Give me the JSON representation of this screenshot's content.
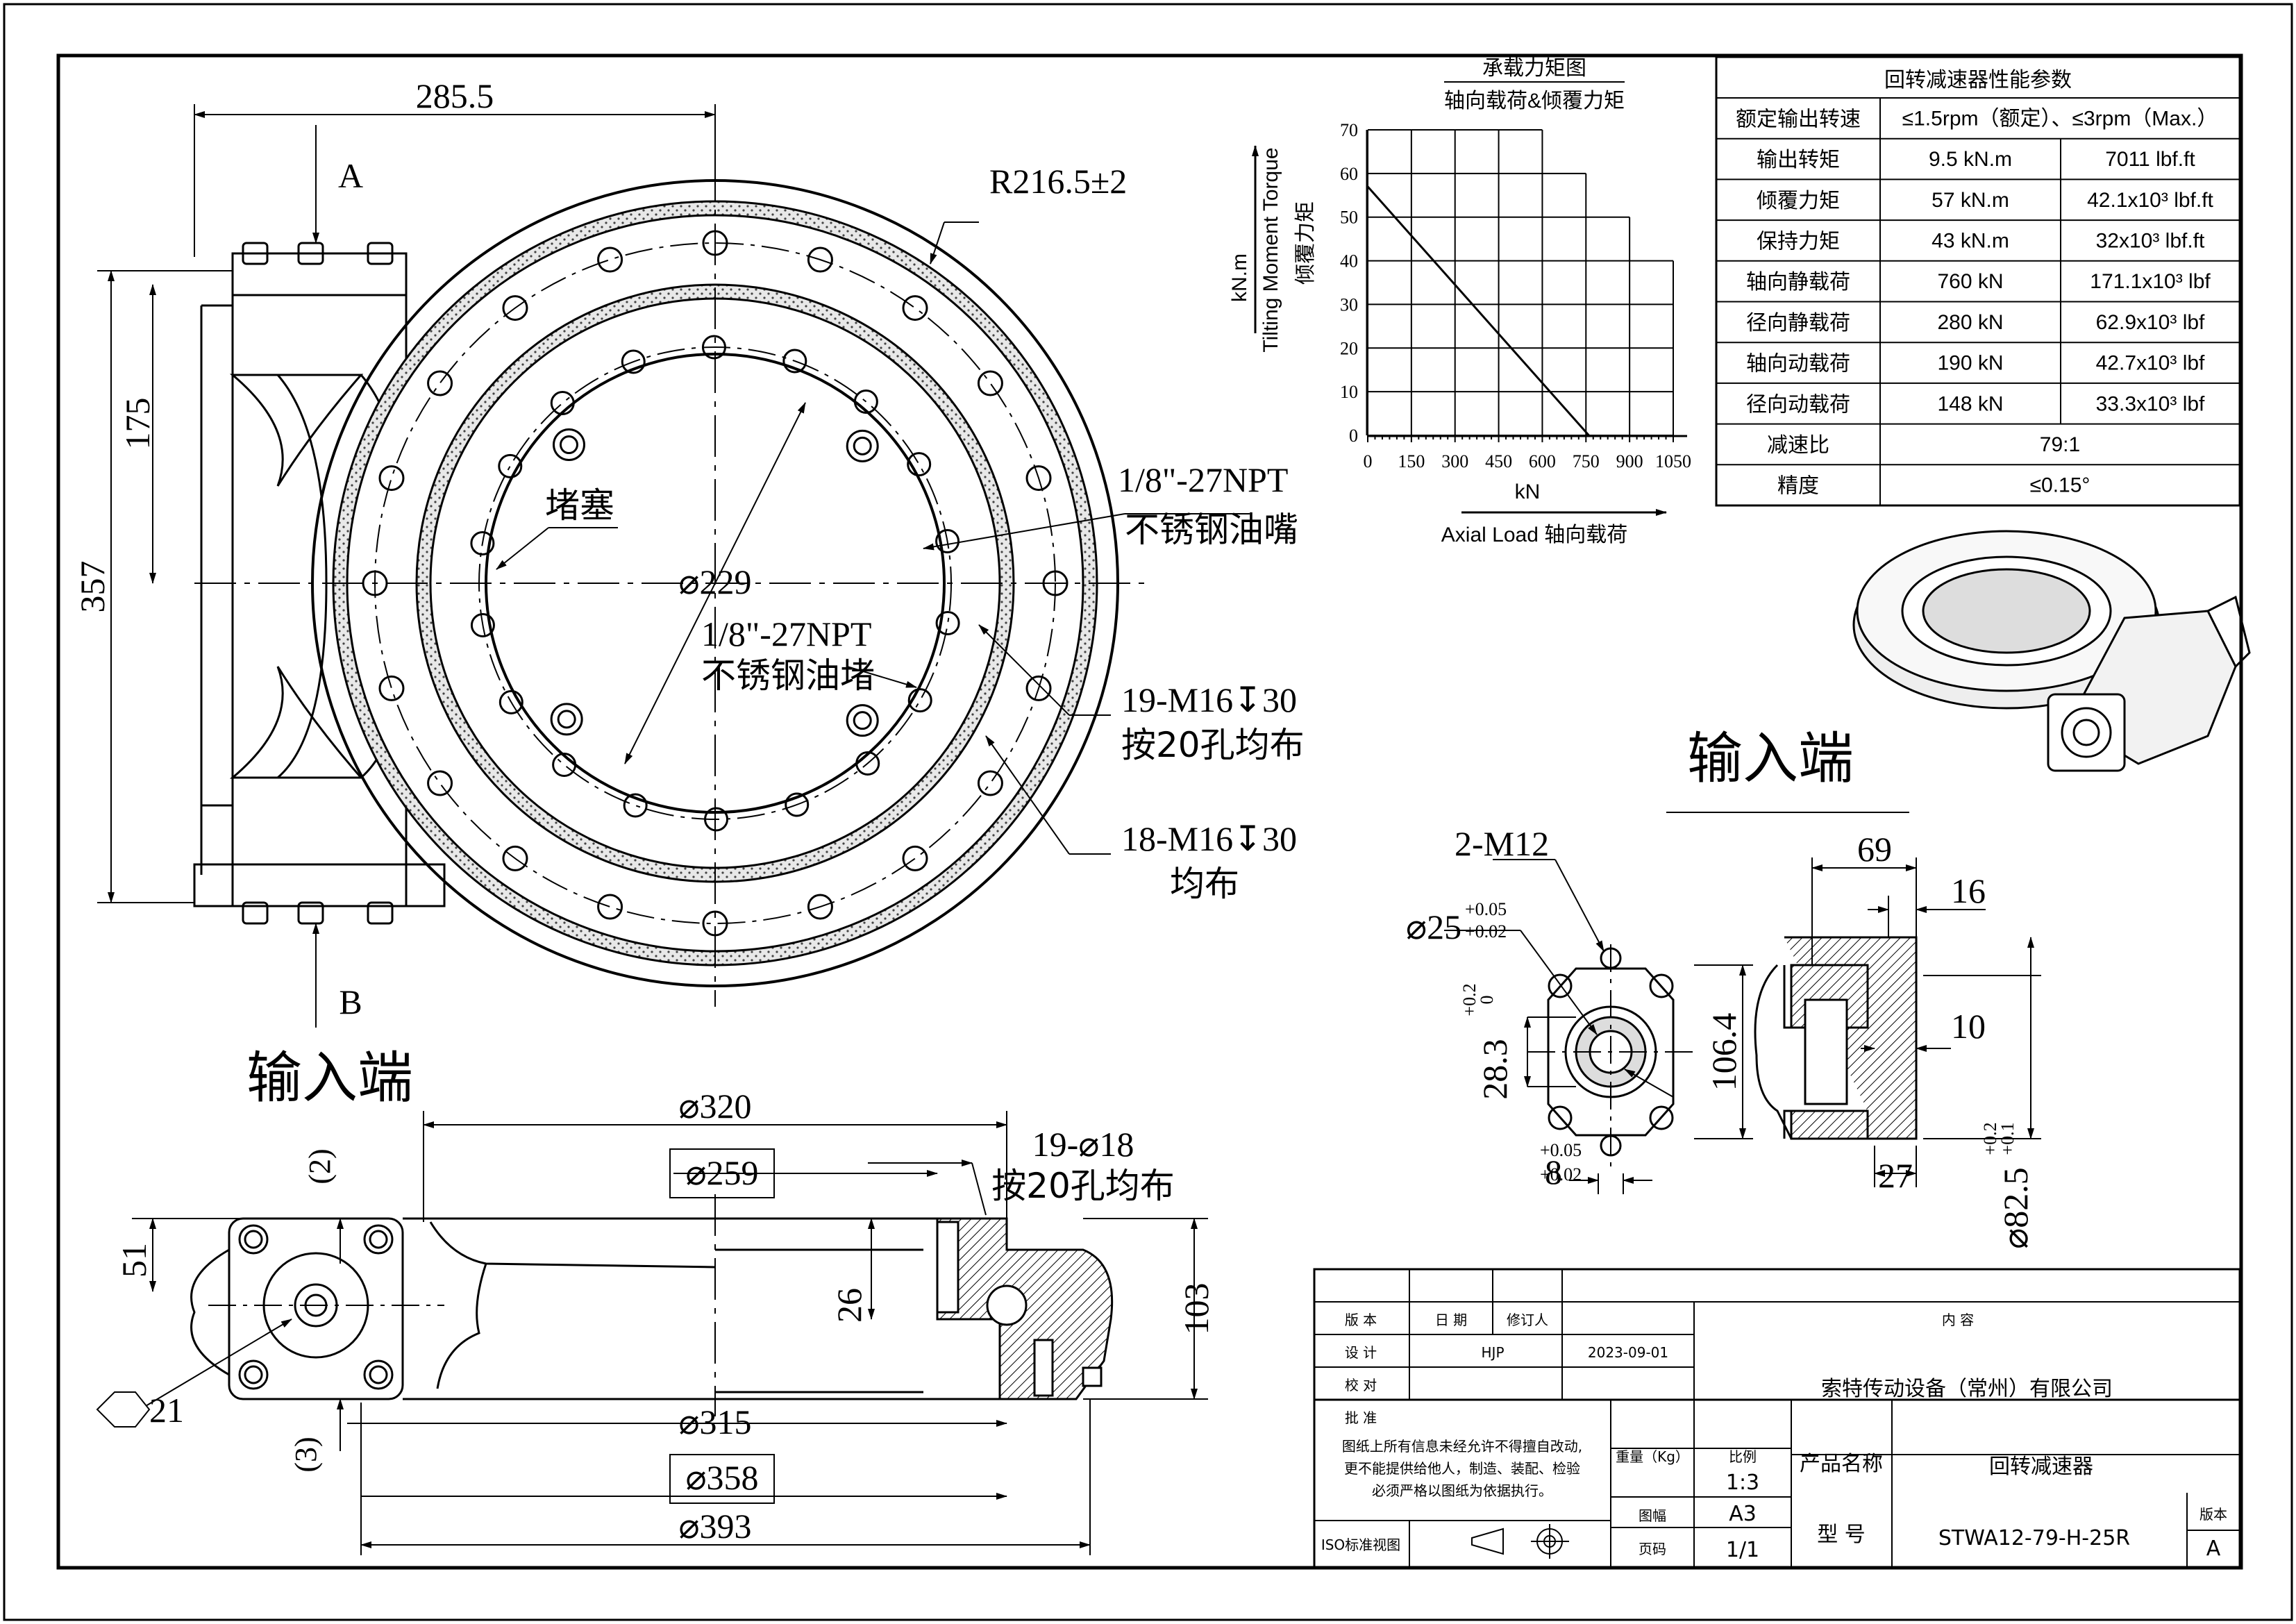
{
  "dims": {
    "d285_5": "285.5",
    "r216": "R216.5±2",
    "h175": "175",
    "h357": "357",
    "sectA": "A",
    "sectB": "B",
    "plug": "堵塞",
    "d229": "⌀229",
    "npt1_a": "1/8\"-27NPT",
    "npt1_b": "不锈钢油嘴",
    "npt2_a": "1/8\"-27NPT",
    "npt2_b": "不锈钢油堵",
    "holes19_a": "19-M16↧30",
    "holes19_b": "按20孔均布",
    "holes18_a": "18-M16↧30",
    "holes18_b": "均布",
    "input_end": "输入端",
    "d320": "⌀320",
    "d259": "⌀259",
    "d18_a": "19-⌀18",
    "d18_b": "按20孔均布",
    "p2": "(2)",
    "p3": "(3)",
    "h51": "51",
    "h26": "26",
    "h103": "103",
    "hex21": "21",
    "d315": "⌀315",
    "d358": "⌀358",
    "d393": "⌀393",
    "m12": "2-M12",
    "d25": "⌀25",
    "d25_tol_up": "+0.05",
    "d25_tol_dn": "+0.02",
    "d28_3": "28.3",
    "d28_tol_up": "+0.2",
    "d28_tol_dn": "0",
    "d106_4": "106.4",
    "d8": "8",
    "d8_tol_up": "+0.05",
    "d8_tol_dn": "+0.02",
    "d69": "69",
    "d16": "16",
    "d10": "10",
    "d27": "27",
    "d82_5": "⌀82.5",
    "d82_tol_up": "+0.2",
    "d82_tol_dn": "+0.1",
    "input_end2": "输入端"
  },
  "chart_data": {
    "type": "line",
    "title": "承载力矩图",
    "subtitle": "轴向载荷&倾覆力矩",
    "xlabel_unit": "kN",
    "xlabel": "Axial Load 轴向载荷",
    "ylabel_unit": "kN.m",
    "ylabel": "Tilting Moment Torque",
    "ylabel_cn": "倾覆力矩",
    "x_ticks": [
      "0",
      "150",
      "300",
      "450",
      "600",
      "750",
      "900",
      "1050"
    ],
    "y_ticks": [
      "0",
      "10",
      "20",
      "30",
      "40",
      "50",
      "60",
      "70"
    ],
    "xlim": [
      0,
      1050
    ],
    "ylim": [
      0,
      70
    ],
    "grid": true,
    "grid_envelope": [
      [
        0,
        70
      ],
      [
        600,
        70
      ],
      [
        600,
        60
      ],
      [
        750,
        60
      ],
      [
        750,
        50
      ],
      [
        900,
        50
      ],
      [
        900,
        40
      ],
      [
        1050,
        40
      ],
      [
        1050,
        0
      ]
    ],
    "series": [
      {
        "x": [
          0,
          760
        ],
        "y": [
          57,
          0
        ]
      }
    ]
  },
  "perf": {
    "title": "回转减速器性能参数",
    "rows": [
      {
        "label": "额定输出转速",
        "value": "≤1.5rpm（额定）、≤3rpm（Max.）",
        "imperial": ""
      },
      {
        "label": "输出转矩",
        "value": "9.5 kN.m",
        "imperial": "7011 lbf.ft"
      },
      {
        "label": "倾覆力矩",
        "value": "57 kN.m",
        "imperial": "42.1x10³ lbf.ft"
      },
      {
        "label": "保持力矩",
        "value": "43 kN.m",
        "imperial": "32x10³ lbf.ft"
      },
      {
        "label": "轴向静载荷",
        "value": "760 kN",
        "imperial": "171.1x10³ lbf"
      },
      {
        "label": "径向静载荷",
        "value": "280 kN",
        "imperial": "62.9x10³ lbf"
      },
      {
        "label": "轴向动载荷",
        "value": "190 kN",
        "imperial": "42.7x10³ lbf"
      },
      {
        "label": "径向动载荷",
        "value": "148 kN",
        "imperial": "33.3x10³ lbf"
      },
      {
        "label": "减速比",
        "value": "79:1",
        "imperial": ""
      },
      {
        "label": "精度",
        "value": "≤0.15°",
        "imperial": ""
      }
    ]
  },
  "titleblock": {
    "version_h": "版 本",
    "date_h": "日 期",
    "reviser_h": "修订人",
    "content_h": "内      容",
    "design_h": "设 计",
    "designer": "HJP",
    "design_date": "2023-09-01",
    "check_h": "校 对",
    "approve_h": "批 准",
    "company": "索特传动设备（常州）有限公司",
    "notice1": "图纸上所有信息未经允许不得擅自改动,",
    "notice2": "更不能提供给他人，制造、装配、检验",
    "notice3": "必须严格以图纸为依据执行。",
    "weight_h": "重量（Kg）",
    "scale_h": "比例",
    "scale": "1:3",
    "product_h": "产品名称",
    "product": "回转减速器",
    "iso_h": "ISO标准视图",
    "size_h": "图幅",
    "size": "A3",
    "model_h": "型 号",
    "model": "STWA12-79-H-25R",
    "rev_h": "版本",
    "rev": "A",
    "page_h": "页码",
    "page": "1/1"
  }
}
